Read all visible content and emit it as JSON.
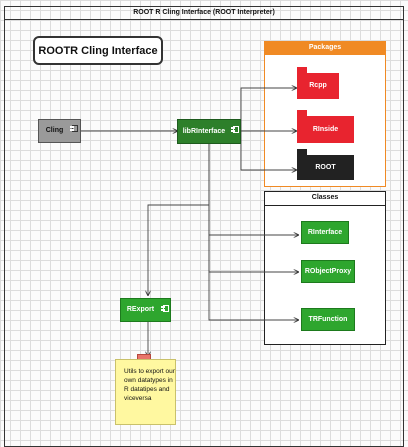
{
  "frame": {
    "title": "ROOT R Cling Interface (ROOT Interpreter)"
  },
  "heading": "ROOTR Cling Interface",
  "packages": {
    "title": "Packages",
    "items": [
      "Rcpp",
      "RInside",
      "ROOT"
    ]
  },
  "classes": {
    "title": "Classes",
    "items": [
      "RInterface",
      "RObjectProxy",
      "TRFunction"
    ]
  },
  "components": {
    "cling": "Cling",
    "lib": "libRInterface",
    "rexport": "RExport"
  },
  "note": "Utils to export our own datatypes in R datatipes and viceversa",
  "colors": {
    "package_border": "#f08a24",
    "red_package": "#e8242f",
    "green_class": "#2ea62e",
    "dark_green": "#2d7f2a",
    "note_bg": "#fff8a0"
  }
}
